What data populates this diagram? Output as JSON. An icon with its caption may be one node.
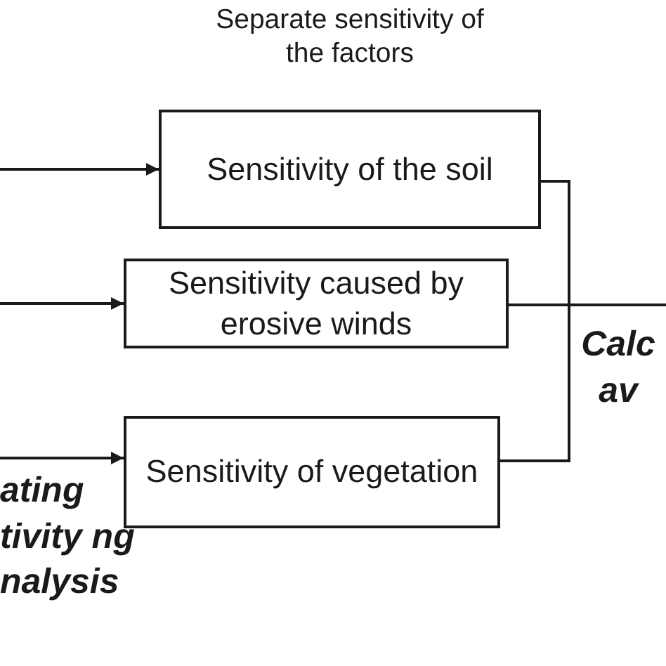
{
  "diagram": {
    "title": "Separate sensitivity of the factors",
    "nodes": [
      {
        "text": [
          "Sensitivity of the soil"
        ]
      },
      {
        "text": [
          "Sensitivity caused by erosive winds"
        ]
      },
      {
        "text": [
          "Sensitivity of vegetation"
        ]
      }
    ],
    "edges": [
      {
        "from": null,
        "to": 0,
        "arrow": "to"
      },
      {
        "from": null,
        "to": 1,
        "arrow": "to"
      },
      {
        "from": null,
        "to": 2,
        "arrow": "to"
      },
      {
        "from": 0,
        "to": null,
        "arrow": "none"
      },
      {
        "from": 1,
        "to": null,
        "arrow": "none"
      },
      {
        "from": 2,
        "to": null,
        "arrow": "none"
      }
    ],
    "labels": [
      "Calc av",
      "ating tivity ng nalysis"
    ]
  }
}
